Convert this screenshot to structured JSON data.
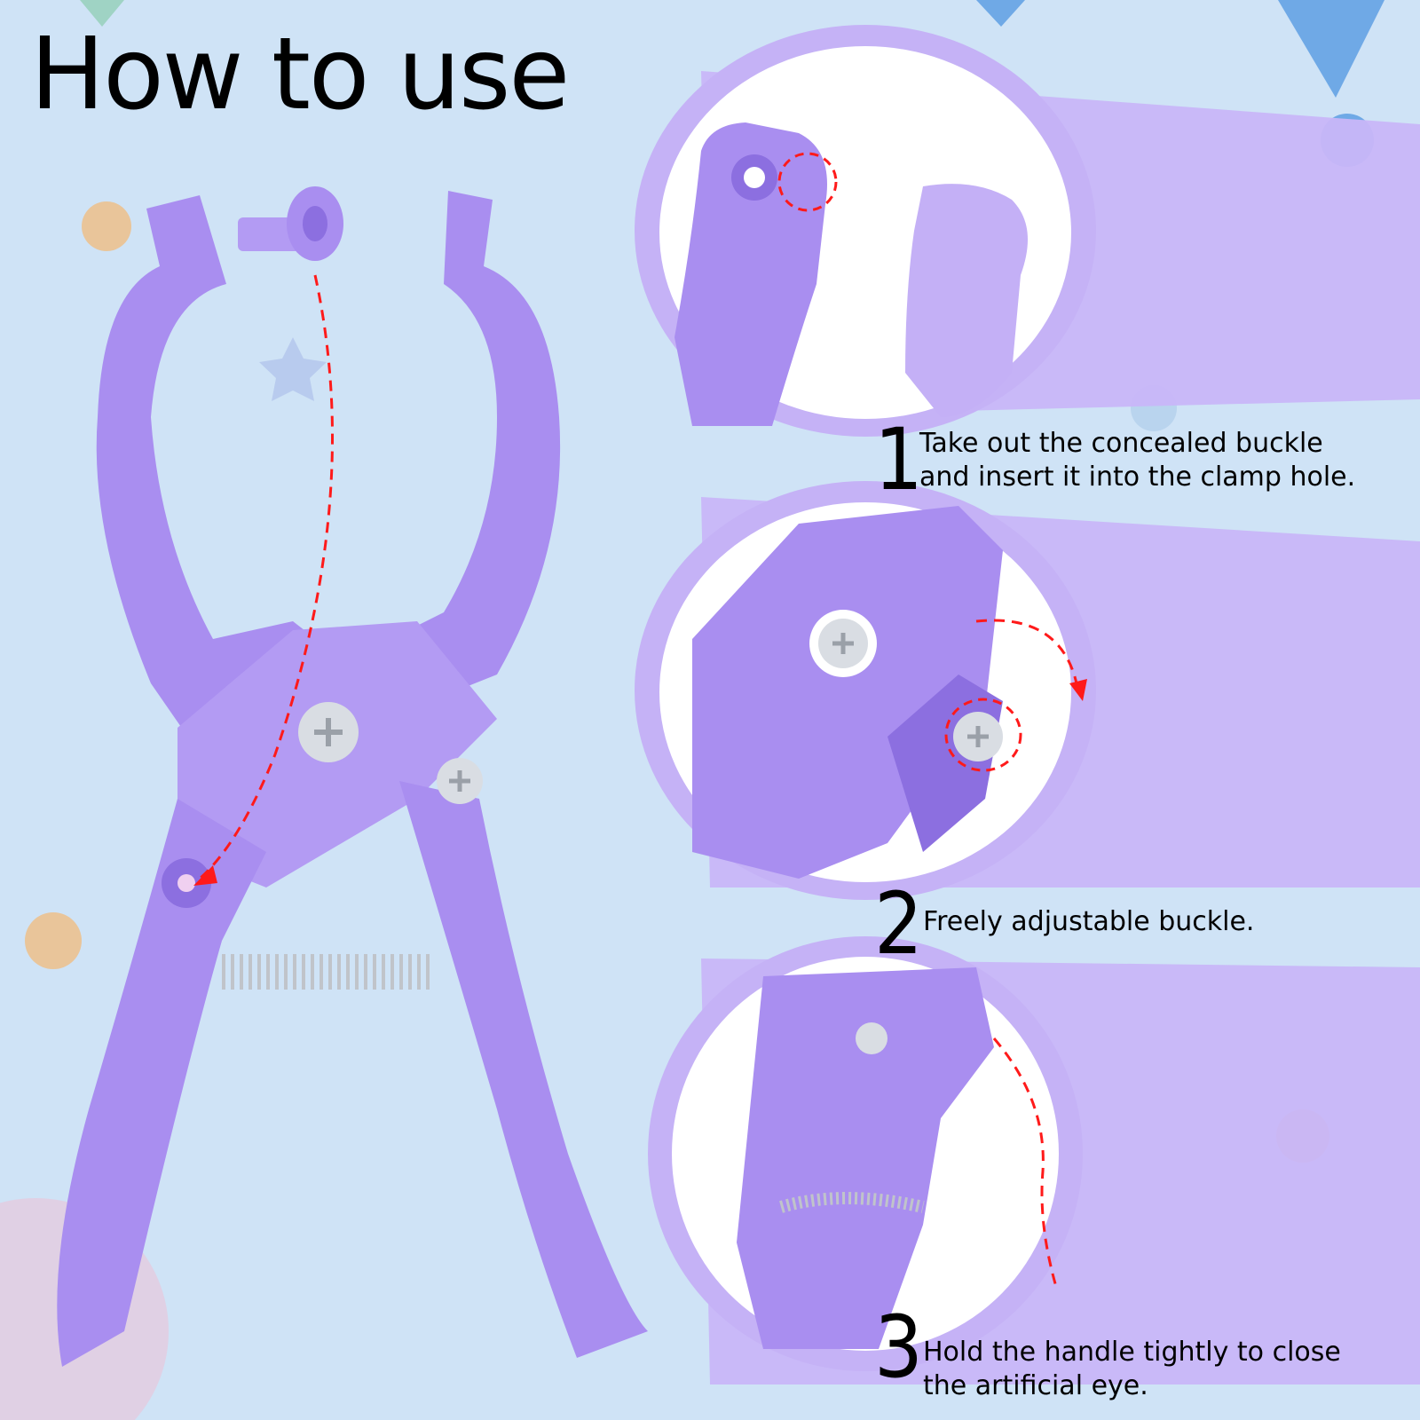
{
  "title": "How to use",
  "steps": [
    {
      "number": "1",
      "line1": "Take out the concealed buckle",
      "line2": "and insert it into the clamp hole."
    },
    {
      "number": "2",
      "line1": "Freely adjustable buckle.",
      "line2": ""
    },
    {
      "number": "3",
      "line1": "Hold the handle tightly to close",
      "line2": "the artificial eye."
    }
  ],
  "colors": {
    "background": "#cfe3f6",
    "tool_purple": "#a98ef0",
    "tool_shadow": "#8c6fe0",
    "beam_purple": "#c8b6f8",
    "marker_red": "#ff1a1a",
    "screw_silver": "#d9dde3"
  },
  "icons": [
    "plier-clamp-illustration",
    "buckle-piece-icon",
    "screw-icon",
    "spring-icon",
    "red-dashed-arrow-icon"
  ]
}
